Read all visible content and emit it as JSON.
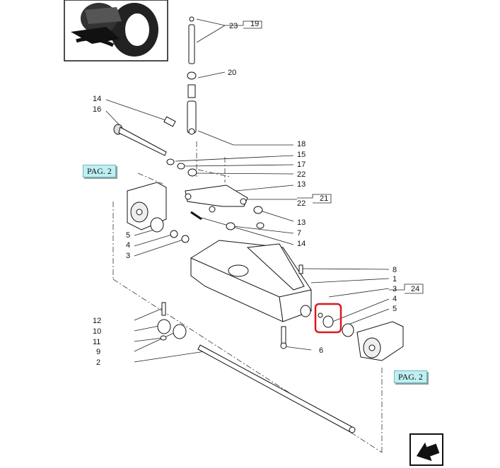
{
  "labels": {
    "l23": "23",
    "l19": "19",
    "l20": "20",
    "l14a": "14",
    "l16": "16",
    "l18": "18",
    "l15": "15",
    "l17": "17",
    "l22a": "22",
    "l13a": "13",
    "l21": "21",
    "l22b": "22",
    "l13b": "13",
    "l7": "7",
    "l14b": "14",
    "l5a": "5",
    "l4a": "4",
    "l3a": "3",
    "l8": "8",
    "l1": "1",
    "l3b": "3",
    "l24": "24",
    "l4b": "4",
    "l5b": "5",
    "l12": "12",
    "l10": "10",
    "l11": "11",
    "l9": "9",
    "l2": "2",
    "l6": "6"
  },
  "page_refs": {
    "left": "PAG. 2",
    "right": "PAG. 2"
  },
  "highlight_color": "#e0161d",
  "icons": {
    "thumbnail": "tractor-thumbnail-icon",
    "nav": "next-page-arrow-icon"
  }
}
